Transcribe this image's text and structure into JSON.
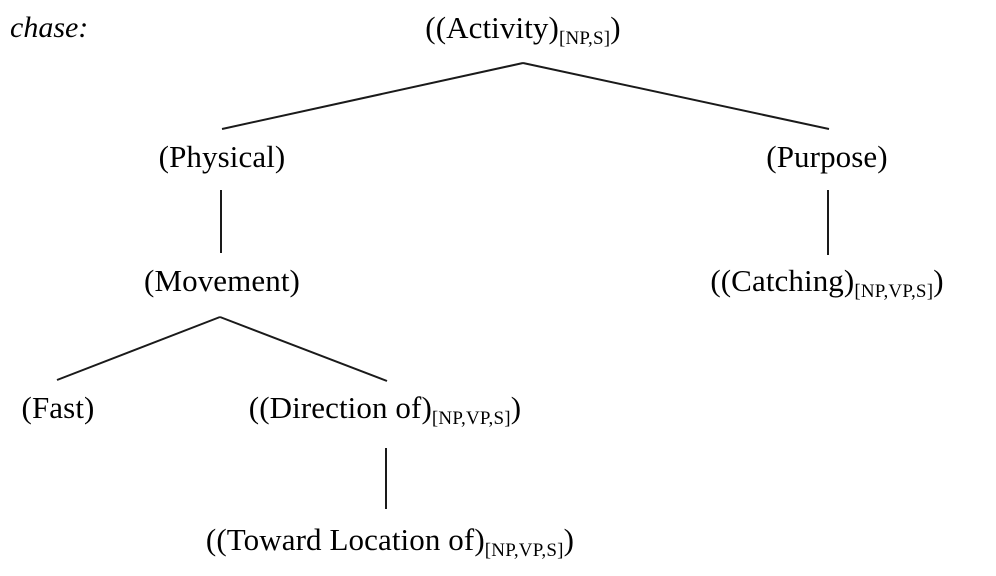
{
  "figure": {
    "headword": "chase:",
    "type": "lexical-conceptual-structure-tree"
  },
  "nodes": {
    "root": {
      "label": "((Activity)",
      "subscript": "[NP,S]",
      "tail": ")"
    },
    "physical": {
      "label": "(Physical)",
      "subscript": "",
      "tail": ""
    },
    "purpose": {
      "label": "(Purpose)",
      "subscript": "",
      "tail": ""
    },
    "movement": {
      "label": "(Movement)",
      "subscript": "",
      "tail": ""
    },
    "catching": {
      "label": "((Catching)",
      "subscript": "[NP,VP,S]",
      "tail": ")"
    },
    "fast": {
      "label": "(Fast)",
      "subscript": "",
      "tail": ""
    },
    "direction_of": {
      "label": "((Direction of)",
      "subscript": "[NP,VP,S]",
      "tail": ")"
    },
    "toward_location_of": {
      "label": "((Toward Location of)",
      "subscript": "[NP,VP,S]",
      "tail": ")"
    }
  },
  "colors": {
    "background": "#ffffff",
    "text": "#000000",
    "edge": "#1a1a1a"
  },
  "chart_data": {
    "type": "tree",
    "title": "chase:",
    "edges": [
      {
        "from": "root",
        "to": "physical"
      },
      {
        "from": "root",
        "to": "purpose"
      },
      {
        "from": "physical",
        "to": "movement"
      },
      {
        "from": "purpose",
        "to": "catching"
      },
      {
        "from": "movement",
        "to": "fast"
      },
      {
        "from": "movement",
        "to": "direction_of"
      },
      {
        "from": "direction_of",
        "to": "toward_location_of"
      }
    ]
  }
}
